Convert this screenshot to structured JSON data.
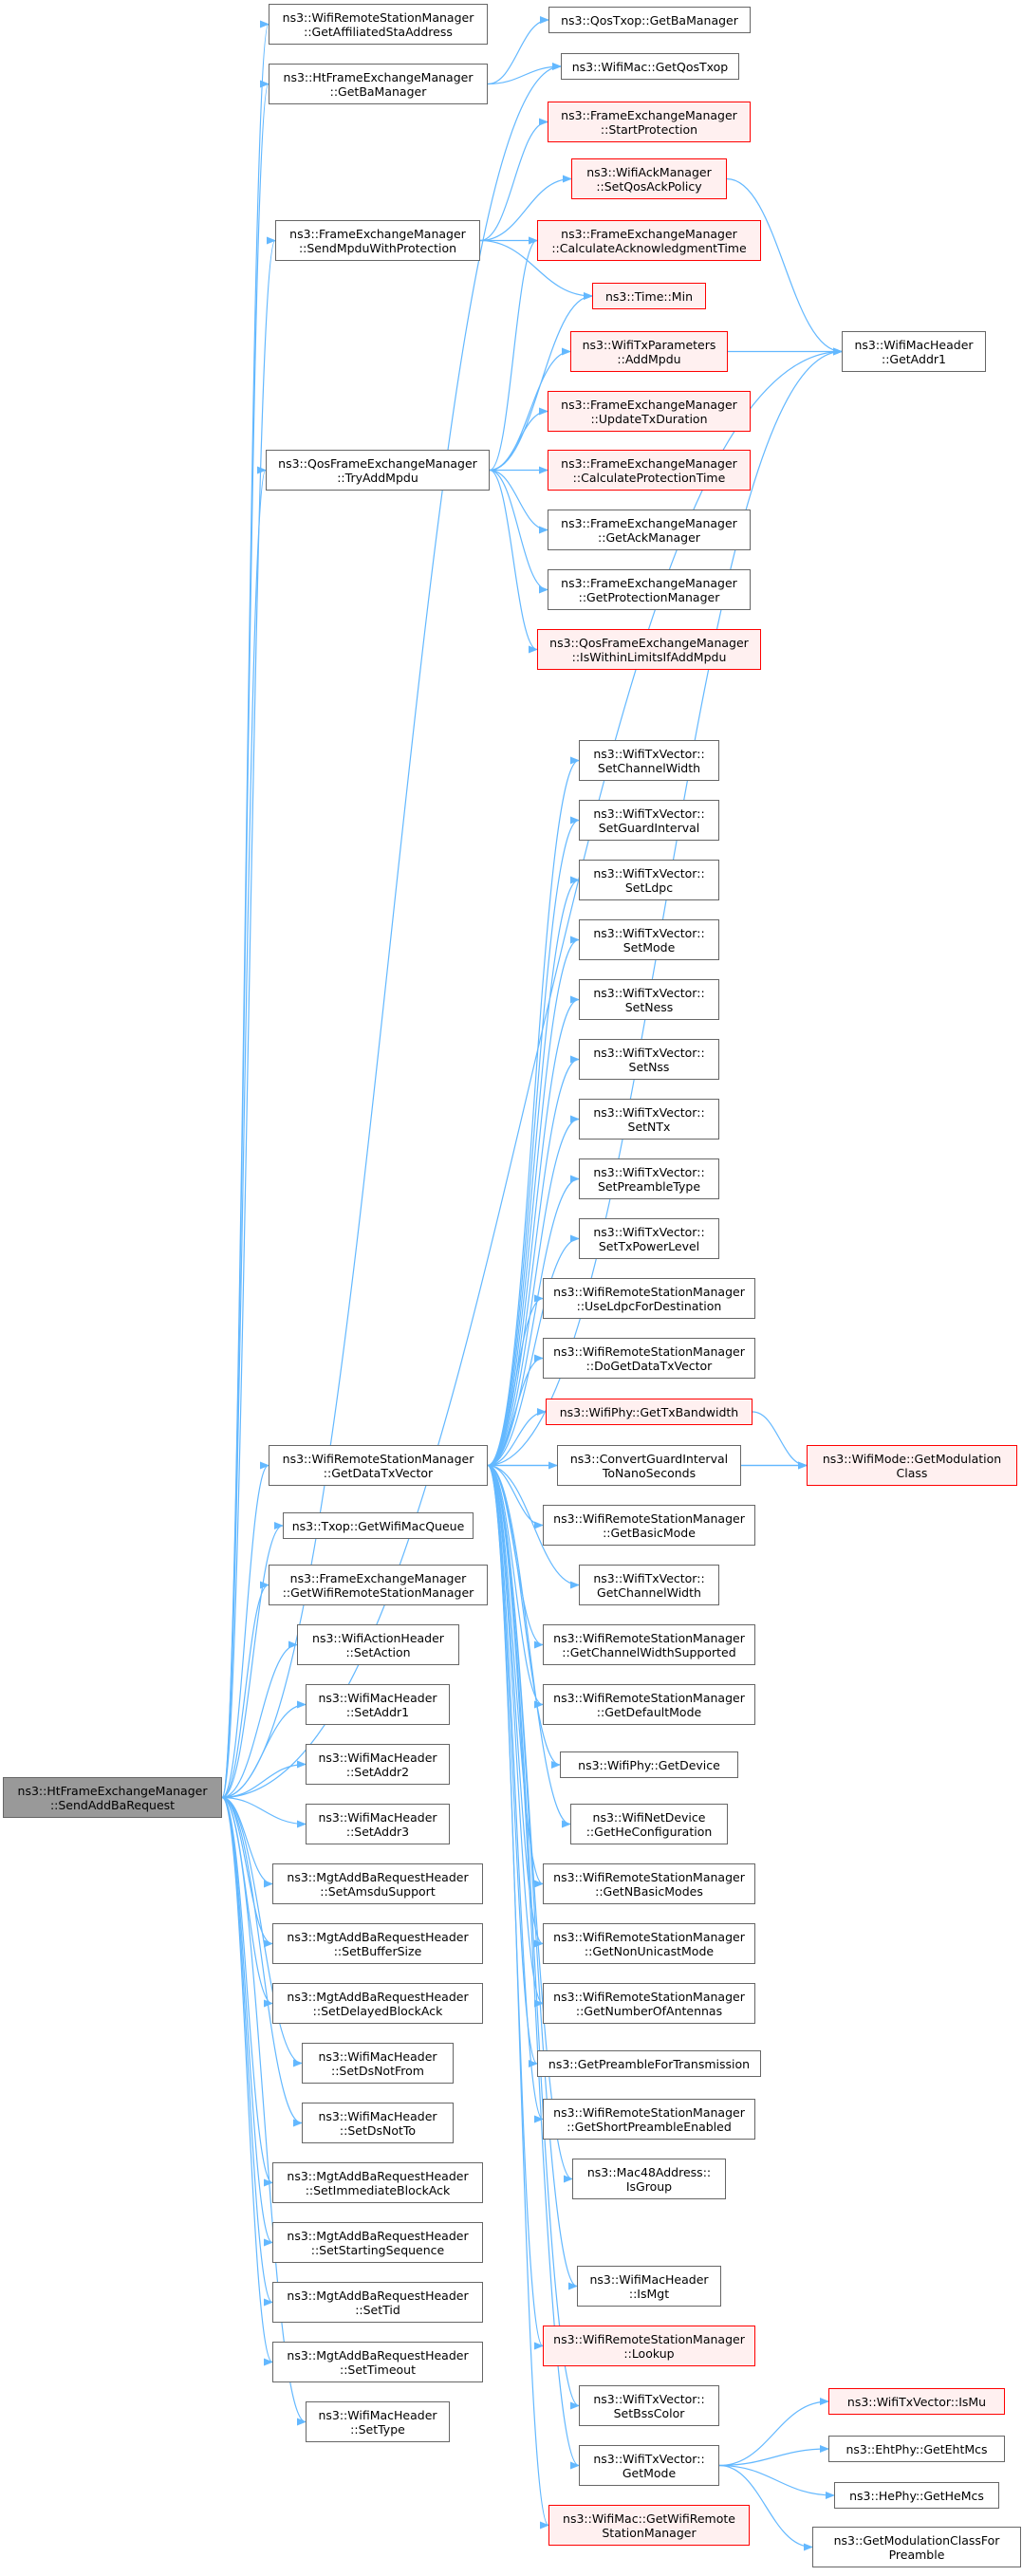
{
  "colors": {
    "edge": "#63b8ff",
    "node_border": "#666666",
    "truncated_border": "#ff0000",
    "truncated_fill": "#fff0f0",
    "root_fill": "#999999"
  },
  "nodes": {
    "root": {
      "label": "ns3::HtFrameExchangeManager\n::SendAddBaRequest",
      "style": "root"
    },
    "getAffiliatedSta": {
      "label": "ns3::WifiRemoteStationManager\n::GetAffiliatedStaAddress",
      "style": "normal"
    },
    "htGetBaManager": {
      "label": "ns3::HtFrameExchangeManager\n::GetBaManager",
      "style": "normal"
    },
    "qosTxopGetBaManager": {
      "label": "ns3::QosTxop::GetBaManager",
      "style": "normal"
    },
    "wifiMacGetQosTxop": {
      "label": "ns3::WifiMac::GetQosTxop",
      "style": "normal"
    },
    "startProtection": {
      "label": "ns3::FrameExchangeManager\n::StartProtection",
      "style": "truncated"
    },
    "setQosAckPolicy": {
      "label": "ns3::WifiAckManager\n::SetQosAckPolicy",
      "style": "truncated"
    },
    "sendMpduWithProtection": {
      "label": "ns3::FrameExchangeManager\n::SendMpduWithProtection",
      "style": "normal"
    },
    "calcAckTime": {
      "label": "ns3::FrameExchangeManager\n::CalculateAcknowledgmentTime",
      "style": "truncated"
    },
    "timeMin": {
      "label": "ns3::Time::Min",
      "style": "truncated"
    },
    "addMpdu": {
      "label": "ns3::WifiTxParameters\n::AddMpdu",
      "style": "truncated"
    },
    "getAddr1": {
      "label": "ns3::WifiMacHeader\n::GetAddr1",
      "style": "normal"
    },
    "updateTxDuration": {
      "label": "ns3::FrameExchangeManager\n::UpdateTxDuration",
      "style": "truncated"
    },
    "tryAddMpdu": {
      "label": "ns3::QosFrameExchangeManager\n::TryAddMpdu",
      "style": "normal"
    },
    "calcProtectionTime": {
      "label": "ns3::FrameExchangeManager\n::CalculateProtectionTime",
      "style": "truncated"
    },
    "getAckManager": {
      "label": "ns3::FrameExchangeManager\n::GetAckManager",
      "style": "normal"
    },
    "getProtectionManager": {
      "label": "ns3::FrameExchangeManager\n::GetProtectionManager",
      "style": "normal"
    },
    "isWithinLimits": {
      "label": "ns3::QosFrameExchangeManager\n::IsWithinLimitsIfAddMpdu",
      "style": "truncated"
    },
    "setChannelWidth": {
      "label": "ns3::WifiTxVector::\nSetChannelWidth",
      "style": "normal"
    },
    "setGuardInterval": {
      "label": "ns3::WifiTxVector::\nSetGuardInterval",
      "style": "normal"
    },
    "setLdpc": {
      "label": "ns3::WifiTxVector::\nSetLdpc",
      "style": "normal"
    },
    "setMode": {
      "label": "ns3::WifiTxVector::\nSetMode",
      "style": "normal"
    },
    "setNess": {
      "label": "ns3::WifiTxVector::\nSetNess",
      "style": "normal"
    },
    "setNss": {
      "label": "ns3::WifiTxVector::\nSetNss",
      "style": "normal"
    },
    "setNTx": {
      "label": "ns3::WifiTxVector::\nSetNTx",
      "style": "normal"
    },
    "setPreambleType": {
      "label": "ns3::WifiTxVector::\nSetPreambleType",
      "style": "normal"
    },
    "setTxPowerLevel": {
      "label": "ns3::WifiTxVector::\nSetTxPowerLevel",
      "style": "normal"
    },
    "useLdpc": {
      "label": "ns3::WifiRemoteStationManager\n::UseLdpcForDestination",
      "style": "normal"
    },
    "doGetDataTxVector": {
      "label": "ns3::WifiRemoteStationManager\n::DoGetDataTxVector",
      "style": "normal"
    },
    "getTxBandwidth": {
      "label": "ns3::WifiPhy::GetTxBandwidth",
      "style": "truncated"
    },
    "getDataTxVector": {
      "label": "ns3::WifiRemoteStationManager\n::GetDataTxVector",
      "style": "normal"
    },
    "convertGuard": {
      "label": "ns3::ConvertGuardInterval\nToNanoSeconds",
      "style": "normal"
    },
    "getModulationClass": {
      "label": "ns3::WifiMode::GetModulation\nClass",
      "style": "truncated"
    },
    "getWifiMacQueue": {
      "label": "ns3::Txop::GetWifiMacQueue",
      "style": "normal"
    },
    "getBasicMode": {
      "label": "ns3::WifiRemoteStationManager\n::GetBasicMode",
      "style": "normal"
    },
    "getWifiRSM": {
      "label": "ns3::FrameExchangeManager\n::GetWifiRemoteStationManager",
      "style": "normal"
    },
    "getChannelWidth": {
      "label": "ns3::WifiTxVector::\nGetChannelWidth",
      "style": "normal"
    },
    "setAction": {
      "label": "ns3::WifiActionHeader\n::SetAction",
      "style": "normal"
    },
    "getChannelWidthSupported": {
      "label": "ns3::WifiRemoteStationManager\n::GetChannelWidthSupported",
      "style": "normal"
    },
    "setAddr1": {
      "label": "ns3::WifiMacHeader\n::SetAddr1",
      "style": "normal"
    },
    "getDefaultMode": {
      "label": "ns3::WifiRemoteStationManager\n::GetDefaultMode",
      "style": "normal"
    },
    "setAddr2": {
      "label": "ns3::WifiMacHeader\n::SetAddr2",
      "style": "normal"
    },
    "getDevice": {
      "label": "ns3::WifiPhy::GetDevice",
      "style": "normal"
    },
    "setAddr3": {
      "label": "ns3::WifiMacHeader\n::SetAddr3",
      "style": "normal"
    },
    "getHeConfig": {
      "label": "ns3::WifiNetDevice\n::GetHeConfiguration",
      "style": "normal"
    },
    "setAmsduSupport": {
      "label": "ns3::MgtAddBaRequestHeader\n::SetAmsduSupport",
      "style": "normal"
    },
    "getNBasicModes": {
      "label": "ns3::WifiRemoteStationManager\n::GetNBasicModes",
      "style": "normal"
    },
    "setBufferSize": {
      "label": "ns3::MgtAddBaRequestHeader\n::SetBufferSize",
      "style": "normal"
    },
    "getNonUnicastMode": {
      "label": "ns3::WifiRemoteStationManager\n::GetNonUnicastMode",
      "style": "normal"
    },
    "setDelayedBlockAck": {
      "label": "ns3::MgtAddBaRequestHeader\n::SetDelayedBlockAck",
      "style": "normal"
    },
    "getNumberOfAntennas": {
      "label": "ns3::WifiRemoteStationManager\n::GetNumberOfAntennas",
      "style": "normal"
    },
    "setDsNotFrom": {
      "label": "ns3::WifiMacHeader\n::SetDsNotFrom",
      "style": "normal"
    },
    "getPreamble": {
      "label": "ns3::GetPreambleForTransmission",
      "style": "normal"
    },
    "getShortPreamble": {
      "label": "ns3::WifiRemoteStationManager\n::GetShortPreambleEnabled",
      "style": "normal"
    },
    "setDsNotTo": {
      "label": "ns3::WifiMacHeader\n::SetDsNotTo",
      "style": "normal"
    },
    "isGroup": {
      "label": "ns3::Mac48Address::\nIsGroup",
      "style": "normal"
    },
    "setImmediateBlockAck": {
      "label": "ns3::MgtAddBaRequestHeader\n::SetImmediateBlockAck",
      "style": "normal"
    },
    "setStartingSequence": {
      "label": "ns3::MgtAddBaRequestHeader\n::SetStartingSequence",
      "style": "normal"
    },
    "isMgt": {
      "label": "ns3::WifiMacHeader\n::IsMgt",
      "style": "normal"
    },
    "setTid": {
      "label": "ns3::MgtAddBaRequestHeader\n::SetTid",
      "style": "normal"
    },
    "lookup": {
      "label": "ns3::WifiRemoteStationManager\n::Lookup",
      "style": "truncated"
    },
    "setTimeout": {
      "label": "ns3::MgtAddBaRequestHeader\n::SetTimeout",
      "style": "normal"
    },
    "setBssColor": {
      "label": "ns3::WifiTxVector::\nSetBssColor",
      "style": "normal"
    },
    "isMu": {
      "label": "ns3::WifiTxVector::IsMu",
      "style": "truncated"
    },
    "setType": {
      "label": "ns3::WifiMacHeader\n::SetType",
      "style": "normal"
    },
    "getMode": {
      "label": "ns3::WifiTxVector::\nGetMode",
      "style": "normal"
    },
    "getEhtMcs": {
      "label": "ns3::EhtPhy::GetEhtMcs",
      "style": "normal"
    },
    "getHeMcs": {
      "label": "ns3::HePhy::GetHeMcs",
      "style": "normal"
    },
    "getModClassForPreamble": {
      "label": "ns3::GetModulationClassFor\nPreamble",
      "style": "normal"
    },
    "getWifiRSMmac": {
      "label": "ns3::WifiMac::GetWifiRemote\nStationManager",
      "style": "truncated"
    }
  }
}
